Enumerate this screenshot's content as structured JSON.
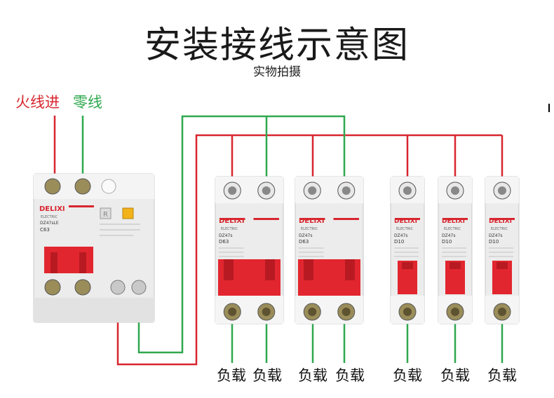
{
  "title": "安装接线示意图",
  "subtitle": "实物拍摄",
  "inputs": {
    "live": "火线进",
    "neutral": "零线"
  },
  "colors": {
    "live": "#d8262e",
    "neutral": "#2fa84f",
    "handle": "#e2262f"
  },
  "main_breaker": {
    "brand": "DELIXI",
    "electric": "ELECTRIC",
    "model": "DZ47sLE",
    "rating": "C63",
    "test_button": "R"
  },
  "breakers": [
    {
      "brand": "DELIXI",
      "electric": "ELECTRIC",
      "model": "DZ47s",
      "rating": "D63",
      "poles": 2
    },
    {
      "brand": "DELIXI",
      "electric": "ELECTRIC",
      "model": "DZ47s",
      "rating": "D63",
      "poles": 2
    },
    {
      "brand": "DELIXI",
      "electric": "ELECTRIC",
      "model": "DZ47s",
      "rating": "D10",
      "poles": 1
    },
    {
      "brand": "DELIXI",
      "electric": "ELECTRIC",
      "model": "DZ47s",
      "rating": "D10",
      "poles": 1
    },
    {
      "brand": "DELIXI",
      "electric": "ELECTRIC",
      "model": "DZ47s",
      "rating": "D10",
      "poles": 1
    }
  ],
  "loads": [
    "负载",
    "负载",
    "负载",
    "负载",
    "负载",
    "负载",
    "负载"
  ]
}
